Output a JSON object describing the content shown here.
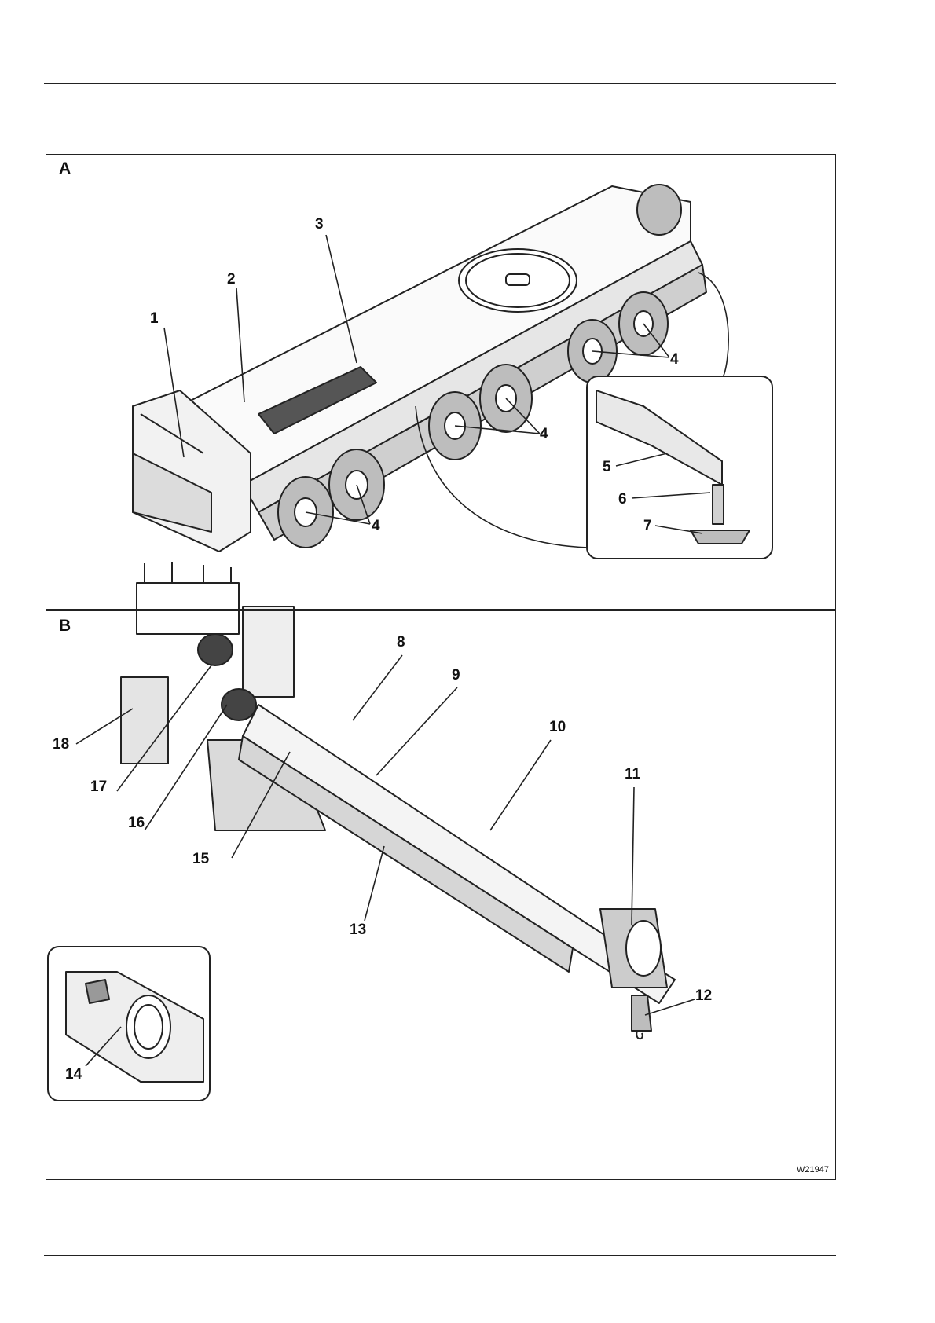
{
  "figure": {
    "panels": [
      {
        "letter": "A",
        "callouts": [
          "1",
          "2",
          "3",
          "4",
          "4",
          "4",
          "5",
          "6",
          "7"
        ]
      },
      {
        "letter": "B",
        "callouts": [
          "8",
          "9",
          "10",
          "11",
          "12",
          "13",
          "14",
          "15",
          "16",
          "17",
          "18"
        ]
      }
    ],
    "drawing_code": "W21947"
  }
}
